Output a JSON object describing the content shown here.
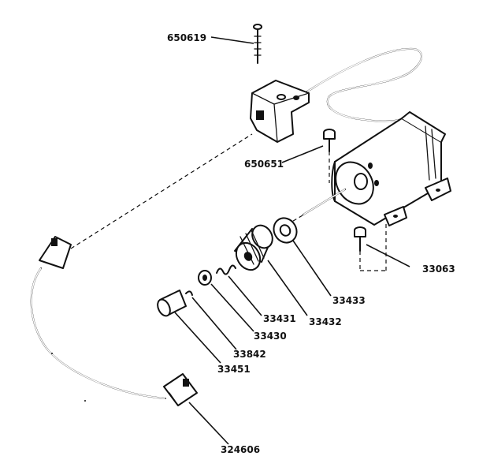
{
  "parts": [
    {
      "key": "screw_top",
      "label": "650619"
    },
    {
      "key": "screw_mid",
      "label": "650651"
    },
    {
      "key": "screw_right",
      "label": "33063"
    },
    {
      "key": "washer_large",
      "label": "33433"
    },
    {
      "key": "pinion_gear",
      "label": "33432"
    },
    {
      "key": "spring",
      "label": "33431"
    },
    {
      "key": "retainer",
      "label": "33430"
    },
    {
      "key": "clip",
      "label": "33842"
    },
    {
      "key": "cap",
      "label": "33451"
    },
    {
      "key": "cord",
      "label": "324606"
    }
  ]
}
